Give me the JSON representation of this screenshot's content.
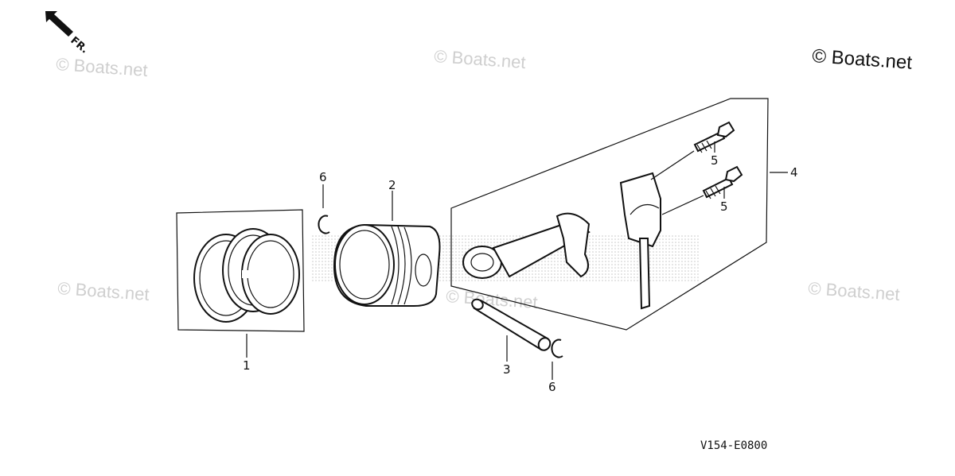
{
  "watermark": "© Boats.net",
  "copyright": "© Boats.net",
  "direction_label": "FR.",
  "diagram_code": "V154-E0800",
  "callouts": {
    "piston_ring_set": "1",
    "piston": "2",
    "piston_pin": "3",
    "connecting_rod": "4",
    "rod_bolt_upper": "5",
    "rod_bolt_lower": "5",
    "clip_left": "6",
    "clip_right": "6"
  }
}
